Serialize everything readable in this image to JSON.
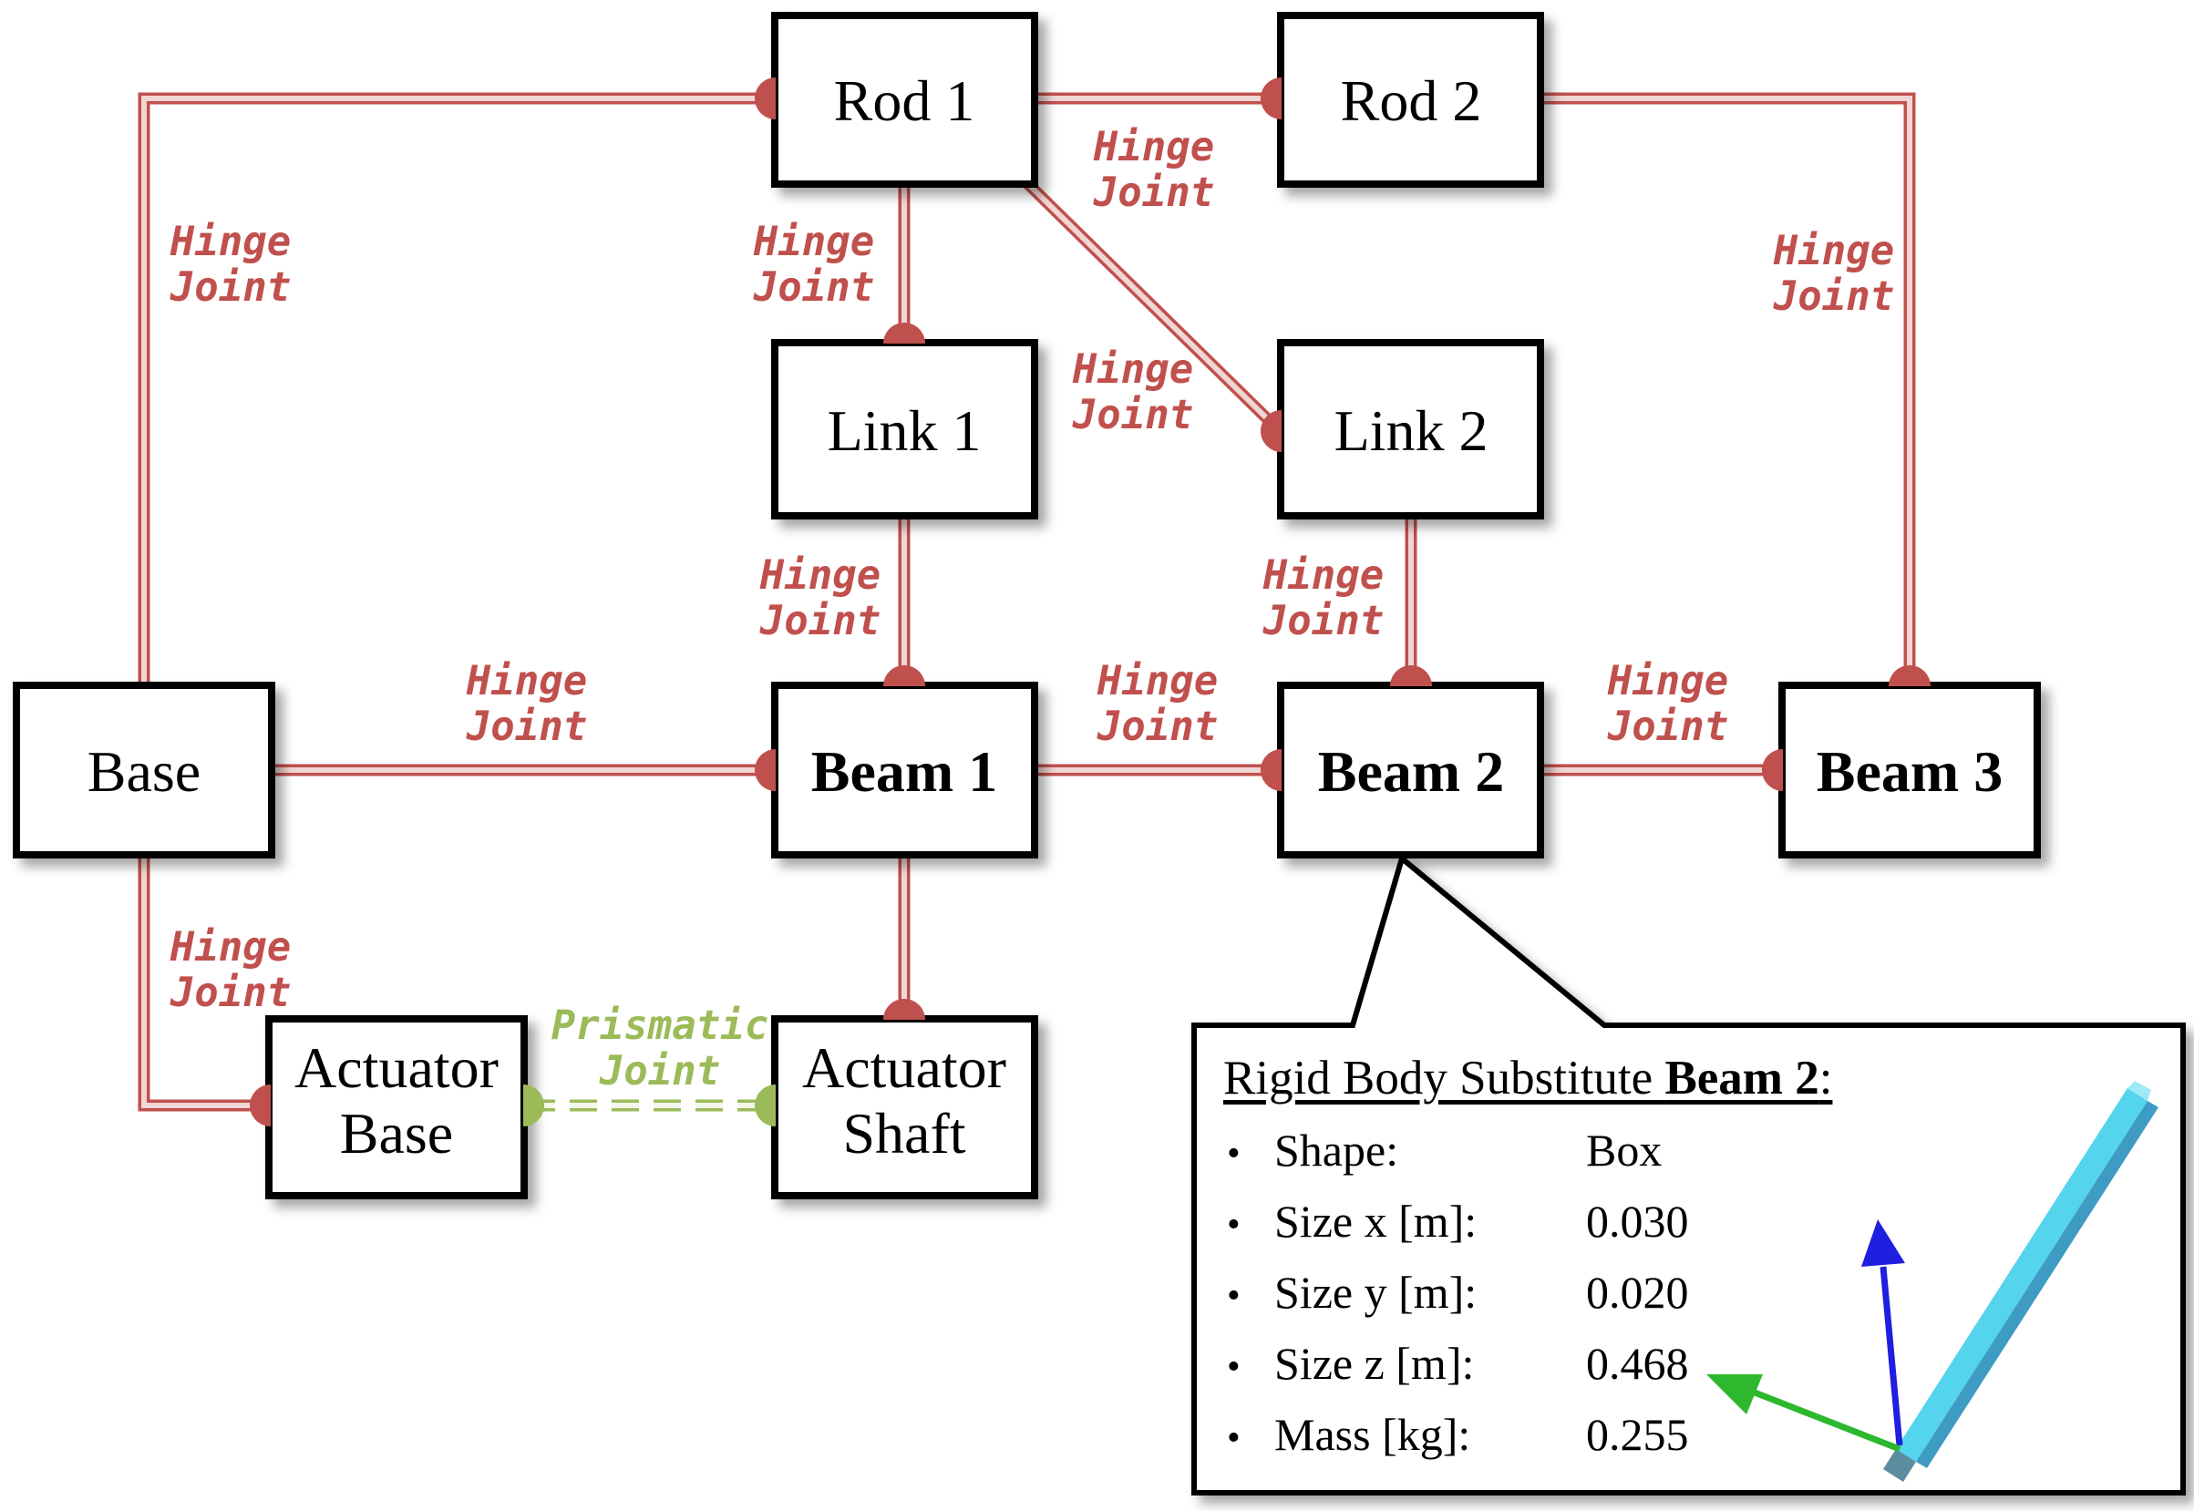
{
  "diagram": {
    "nodes": {
      "base": {
        "label": "Base"
      },
      "rod1": {
        "label": "Rod 1"
      },
      "rod2": {
        "label": "Rod 2"
      },
      "link1": {
        "label": "Link 1"
      },
      "link2": {
        "label": "Link 2"
      },
      "beam1": {
        "label": "Beam 1"
      },
      "beam2": {
        "label": "Beam 2"
      },
      "beam3": {
        "label": "Beam 3"
      },
      "actuator_base": {
        "label_line1": "Actuator",
        "label_line2": "Base"
      },
      "actuator_shaft": {
        "label_line1": "Actuator",
        "label_line2": "Shaft"
      }
    },
    "joints": [
      {
        "id": "base-rod1",
        "type": "hinge",
        "label_line1": "Hinge",
        "label_line2": "Joint"
      },
      {
        "id": "rod1-rod2",
        "type": "hinge",
        "label_line1": "Hinge",
        "label_line2": "Joint"
      },
      {
        "id": "rod2-beam3",
        "type": "hinge",
        "label_line1": "Hinge",
        "label_line2": "Joint"
      },
      {
        "id": "rod1-link1",
        "type": "hinge",
        "label_line1": "Hinge",
        "label_line2": "Joint"
      },
      {
        "id": "rod1-link2",
        "type": "hinge",
        "label_line1": "Hinge",
        "label_line2": "Joint"
      },
      {
        "id": "link1-beam1",
        "type": "hinge",
        "label_line1": "Hinge",
        "label_line2": "Joint"
      },
      {
        "id": "link2-beam2",
        "type": "hinge",
        "label_line1": "Hinge",
        "label_line2": "Joint"
      },
      {
        "id": "base-beam1",
        "type": "hinge",
        "label_line1": "Hinge",
        "label_line2": "Joint"
      },
      {
        "id": "beam1-beam2",
        "type": "hinge",
        "label_line1": "Hinge",
        "label_line2": "Joint"
      },
      {
        "id": "beam2-beam3",
        "type": "hinge",
        "label_line1": "Hinge",
        "label_line2": "Joint"
      },
      {
        "id": "base-actuator_base",
        "type": "hinge",
        "label_line1": "Hinge",
        "label_line2": "Joint"
      },
      {
        "id": "actuator_base-actuator_shaft",
        "type": "prismatic",
        "label_line1": "Prismatic",
        "label_line2": "Joint"
      },
      {
        "id": "beam1-actuator_shaft",
        "type": "hinge"
      }
    ],
    "colors": {
      "hinge_joint": "#C0504D",
      "prismatic_joint": "#9BBB59",
      "node_border": "#000000",
      "node_fill": "#FFFFFF"
    }
  },
  "info_panel": {
    "title_prefix": "Rigid Body Substitute ",
    "title_bold": "Beam 2",
    "title_suffix": ":",
    "bullet": "•",
    "rows": [
      {
        "label": "Shape:",
        "value": "Box"
      },
      {
        "label": "Size x [m]:",
        "value": "0.030"
      },
      {
        "label": "Size y [m]:",
        "value": "0.020"
      },
      {
        "label": "Size z [m]:",
        "value": "0.468"
      },
      {
        "label": "Mass [kg]:",
        "value": "0.255"
      }
    ],
    "figure": {
      "beam_top_color": "#55D4EE",
      "beam_side_color": "#3E9BC4",
      "beam_end_color": "#5E8CA0",
      "axis_up_color": "#1F1FE0",
      "axis_left_color": "#2DB82D"
    }
  }
}
